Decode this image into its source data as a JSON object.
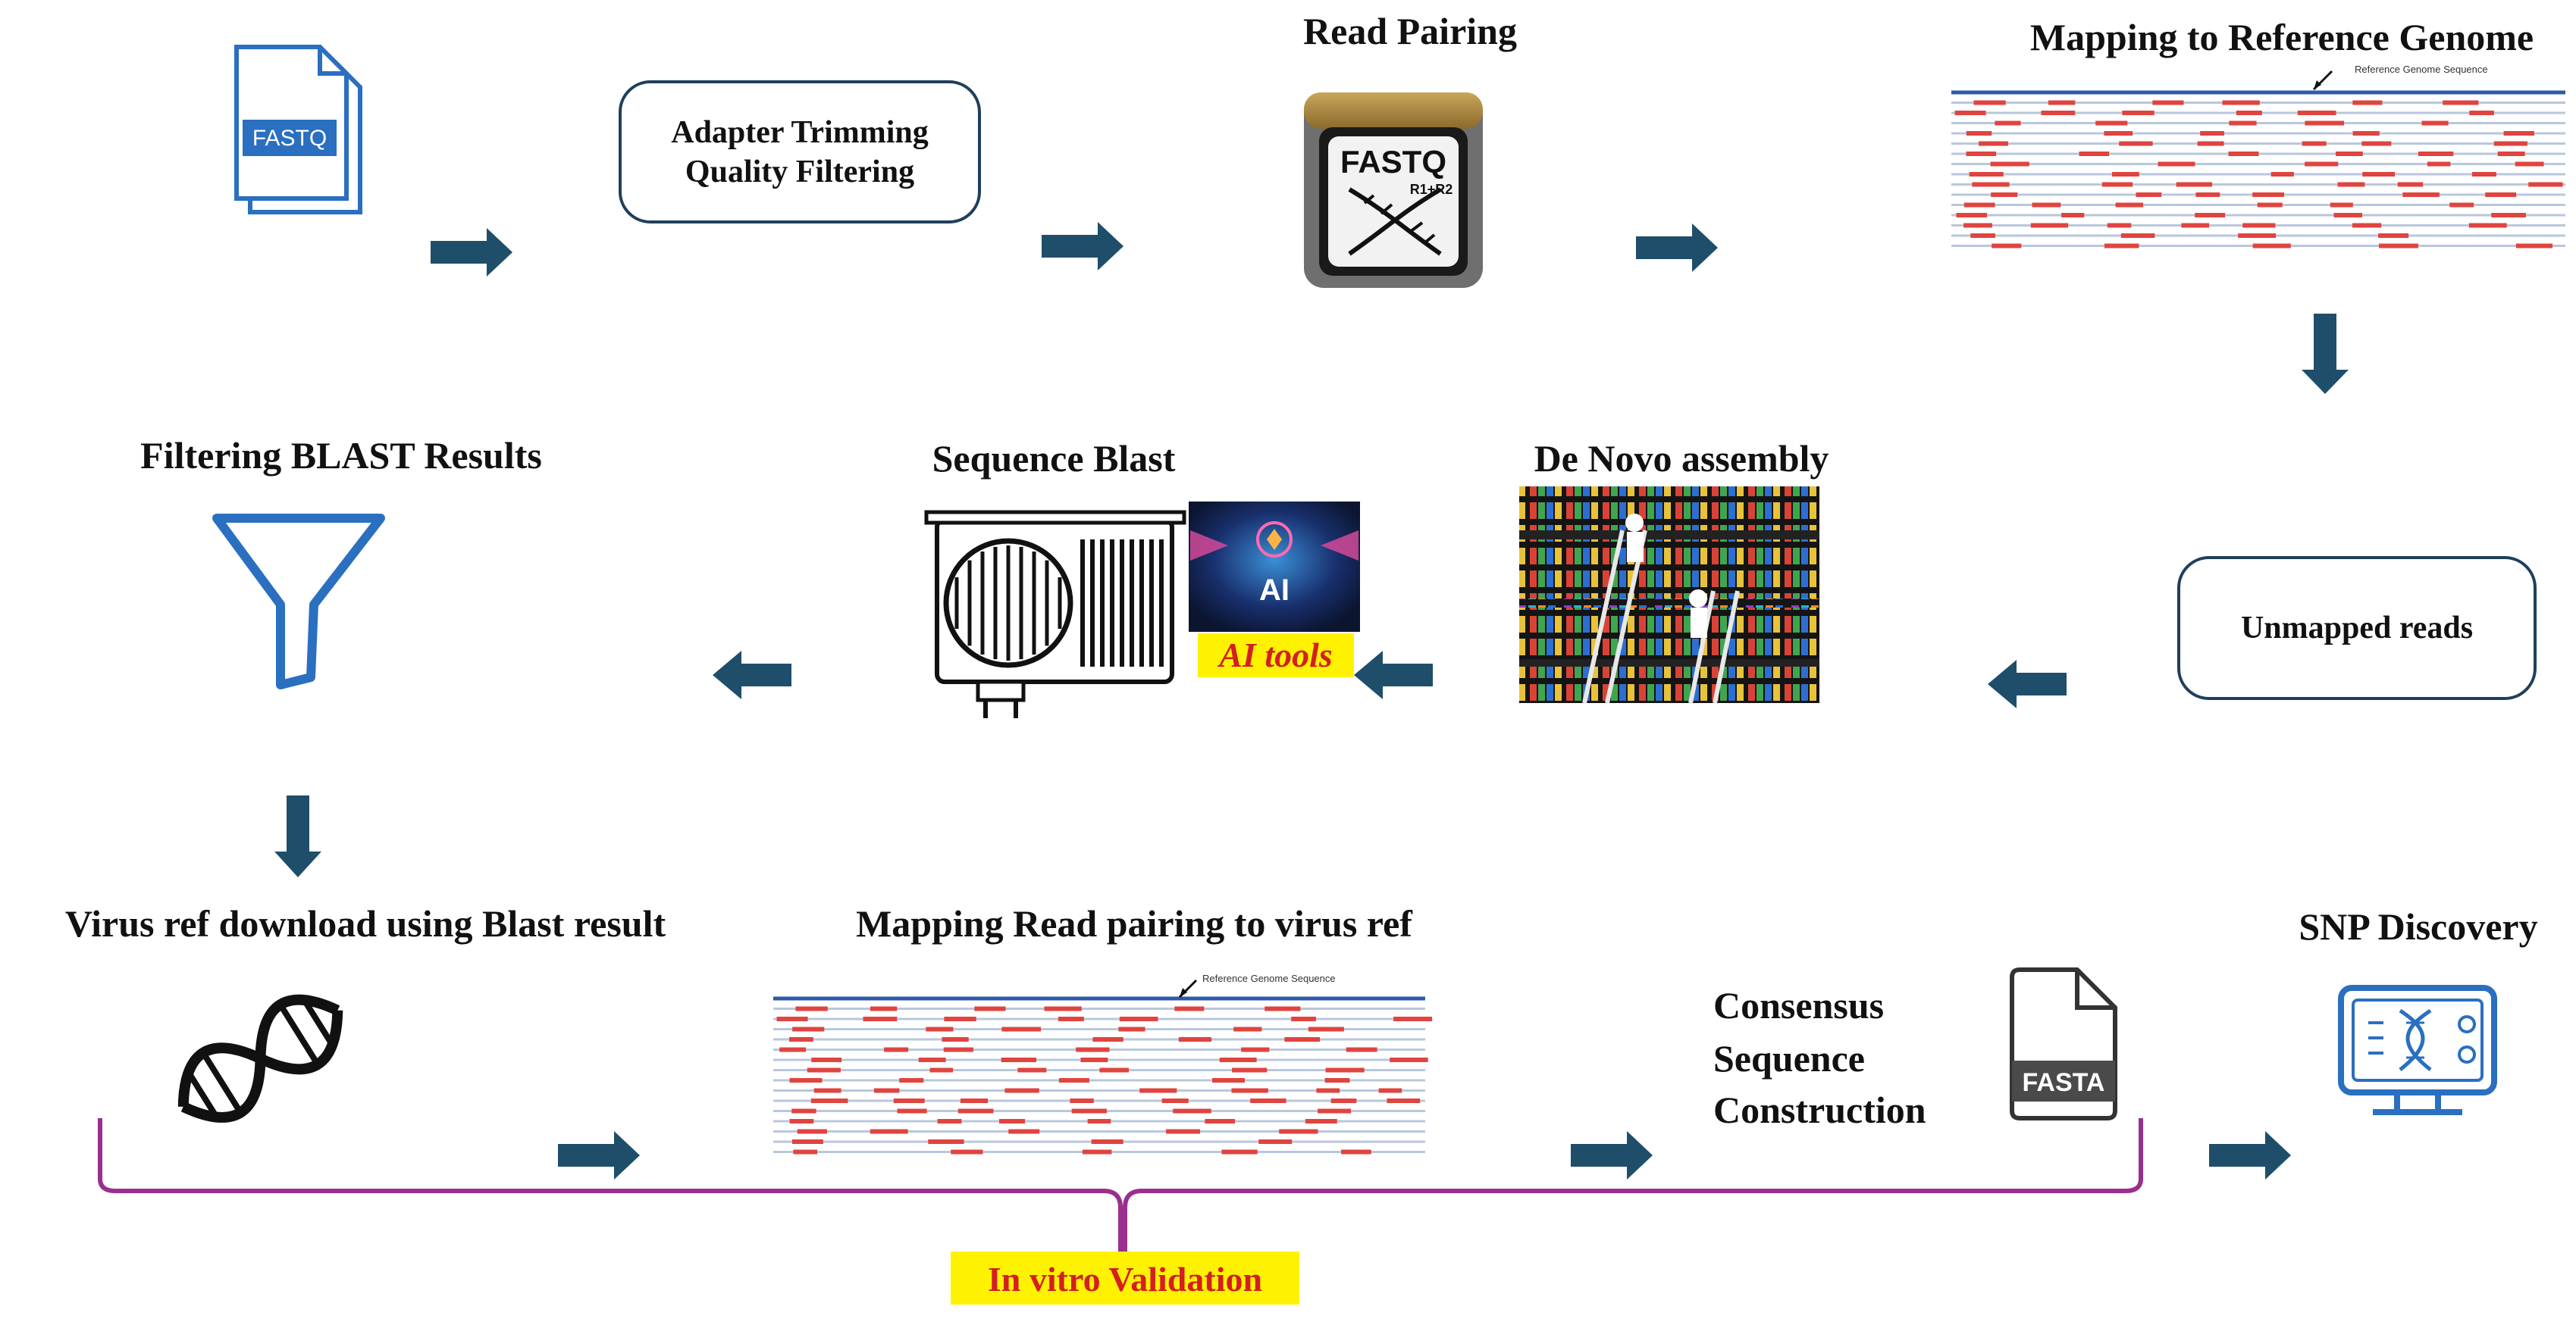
{
  "diagram": {
    "colors": {
      "arrow": "#1f4e6b",
      "read": "#e0443f",
      "reference": "#2e5aa8",
      "read_line": "#b8c7dc",
      "bracket": "#9a2f8e",
      "highlight": "#fff200",
      "highlight_text": "#d31f1f",
      "icon_blue": "#2a6fc0"
    },
    "nodes": {
      "fastq_input": {
        "icon": "fastq-file-icon",
        "label": "FASTQ"
      },
      "adapter_trimming": {
        "line1": "Adapter Trimming",
        "line2": "Quality Filtering"
      },
      "read_pairing": {
        "title": "Read Pairing",
        "icon": "fastq-pair-icon",
        "icon_label": "FASTQ",
        "icon_sublabel": "R1+R2"
      },
      "mapping_reference": {
        "title": "Mapping to Reference Genome",
        "reference_label": "Reference Genome Sequence"
      },
      "unmapped_reads": {
        "label": "Unmapped reads"
      },
      "de_novo_assembly": {
        "title": "De Novo assembly",
        "icon": "assembly-wall-image"
      },
      "sequence_blast": {
        "title": "Sequence Blast",
        "icon": "sequencer-icon",
        "ai_label": "AI tools",
        "ai_badge": "AI"
      },
      "filtering_blast": {
        "title": "Filtering BLAST Results",
        "icon": "funnel-icon"
      },
      "virus_ref_download": {
        "title": "Virus  ref download using Blast result",
        "icon": "dna-helix-icon"
      },
      "mapping_virus_ref": {
        "title": "Mapping Read pairing to virus ref",
        "reference_label": "Reference Genome Sequence"
      },
      "consensus": {
        "line1": "Consensus",
        "line2": "Sequence",
        "line3": "Construction",
        "icon": "fasta-file-icon",
        "icon_label": "FASTA"
      },
      "snp_discovery": {
        "title": "SNP Discovery",
        "icon": "monitor-dna-icon"
      }
    },
    "validation": {
      "label": "In vitro Validation"
    }
  }
}
